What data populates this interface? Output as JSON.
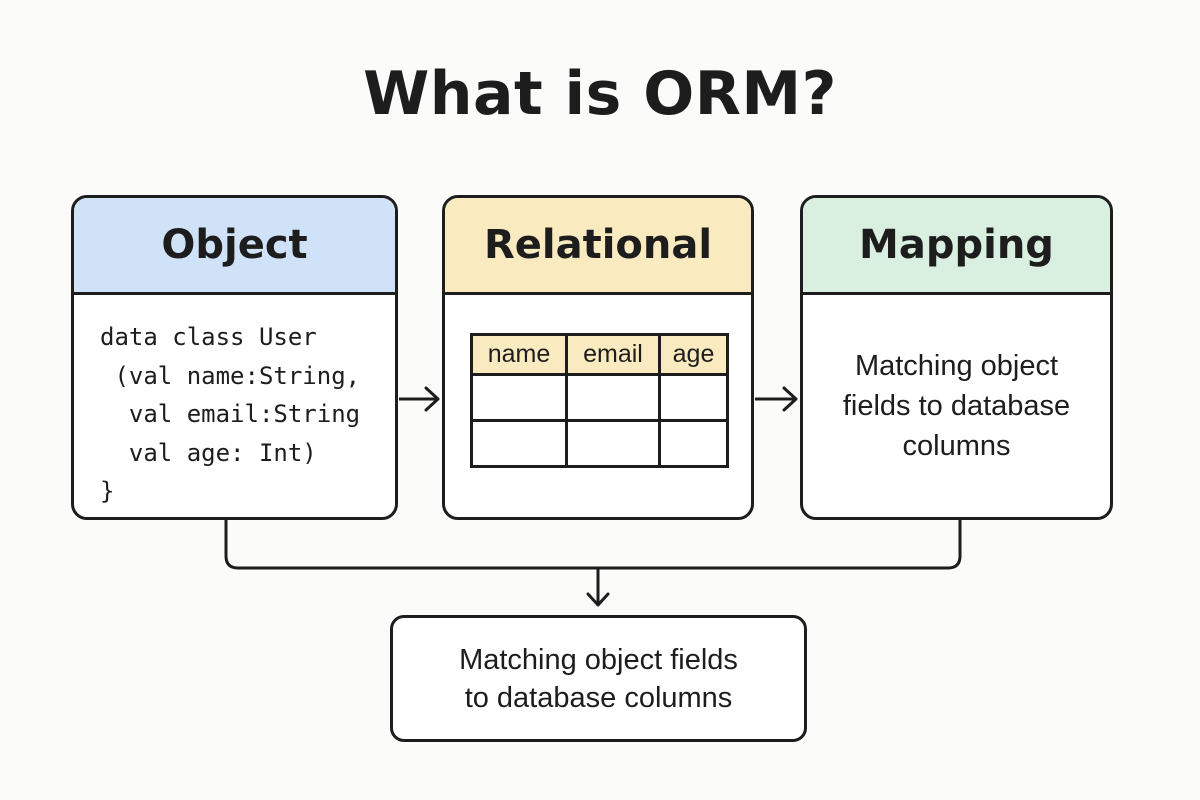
{
  "title": "What is ORM?",
  "cards": {
    "object": {
      "header": "Object",
      "code_lines": [
        "data class User",
        " (val name:String,",
        "  val email:String",
        "  val age: Int)",
        "}"
      ]
    },
    "relational": {
      "header": "Relational",
      "table_columns": [
        "name",
        "email",
        "age"
      ],
      "empty_rows": 2
    },
    "mapping": {
      "header": "Mapping",
      "description_lines": [
        "Matching object",
        "fields to database",
        "columns"
      ]
    }
  },
  "result": {
    "lines": [
      "Matching object fields",
      "to database columns"
    ]
  },
  "colors": {
    "object_header": "#cfe2f8",
    "relational_header": "#faeac0",
    "mapping_header": "#d9efe0",
    "stroke": "#1d1d1d"
  }
}
